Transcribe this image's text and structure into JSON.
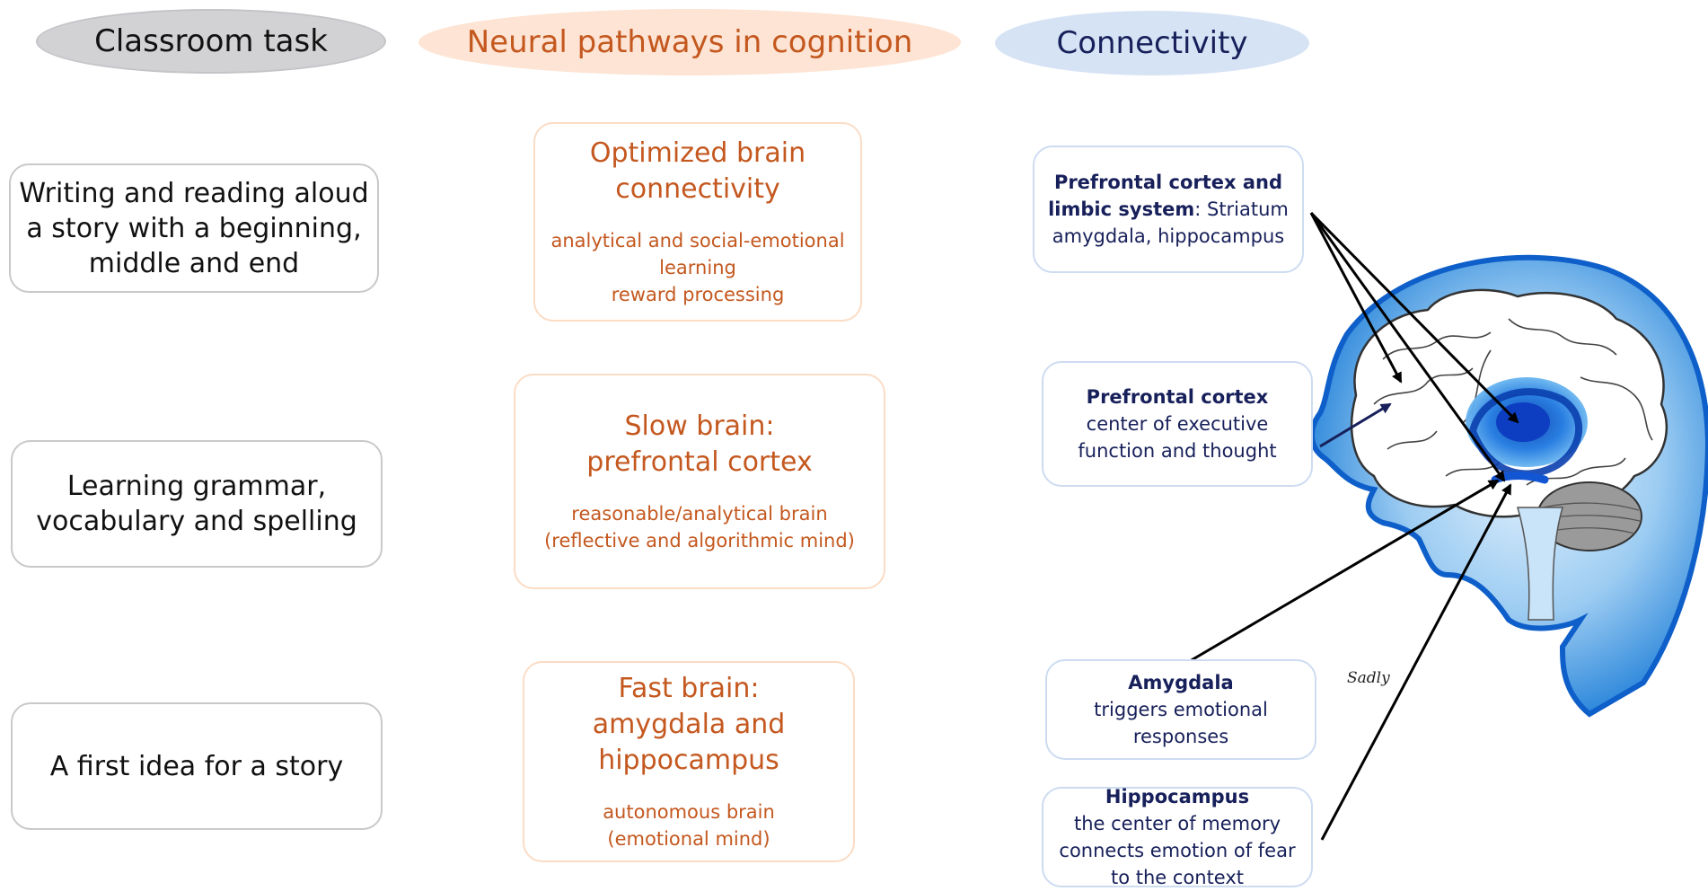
{
  "headers": {
    "classroom": "Classroom task",
    "neural": "Neural pathways in cognition",
    "connectivity": "Connectivity"
  },
  "classroom_tasks": [
    [
      "Writing and reading aloud",
      "a story with a beginning,",
      "middle and end"
    ],
    [
      "Learning grammar,",
      "vocabulary and spelling"
    ],
    [
      "A first idea for a story"
    ]
  ],
  "pathways": [
    {
      "title": [
        "Optimized  brain",
        "connectivity"
      ],
      "desc": [
        "analytical and social-emotional",
        "learning",
        "reward processing"
      ]
    },
    {
      "title": [
        "Slow brain:",
        "prefrontal cortex"
      ],
      "desc": [
        "reasonable/analytical brain",
        "(reflective and algorithmic mind)"
      ]
    },
    {
      "title": [
        "Fast brain:",
        "amygdala and",
        "hippocampus"
      ],
      "desc": [
        "autonomous brain",
        " (emotional mind)"
      ]
    }
  ],
  "connectivity": [
    {
      "bold": "Prefrontal cortex and",
      "bold2": "limbic system",
      "rest": ": Striatum",
      "lines": [
        "amygdala, hippocampus"
      ]
    },
    {
      "bold": "Prefrontal cortex",
      "lines": [
        "center of executive",
        "function and thought"
      ]
    },
    {
      "bold": "Amygdala",
      "lines": [
        "triggers emotional",
        "responses"
      ]
    },
    {
      "bold": "Hippocampus",
      "lines": [
        "the center of memory",
        "connects emotion of fear",
        "to the context"
      ]
    }
  ],
  "signature": "Sadly",
  "colors": {
    "orange": "#c4581f",
    "navy": "#17205a",
    "head_blue": "#2f8fe0",
    "head_dark": "#0b4fb3"
  }
}
